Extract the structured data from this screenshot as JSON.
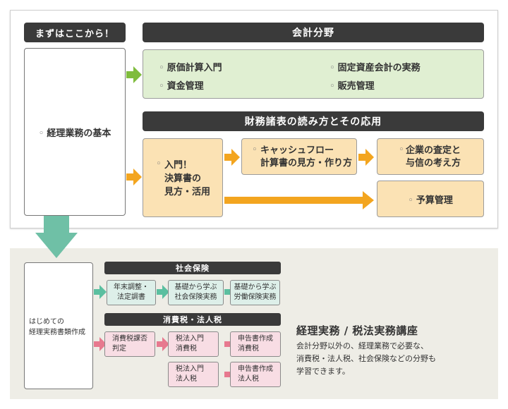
{
  "start": {
    "header": "まずはここから！",
    "basics": "経理業務の基本"
  },
  "accounting": {
    "header": "会計分野",
    "items": [
      "原価計算入門",
      "固定資産会計の実務",
      "資金管理",
      "販売管理"
    ]
  },
  "financial": {
    "header": "財務諸表の読み方とその応用",
    "intro": "入門！\n決算書の\n見方・活用",
    "cashflow": "キャッシュフロー\n計算書の見方・作り方",
    "credit": "企業の査定と\n与信の考え方",
    "budget": "予算管理"
  },
  "bullet": "◦",
  "practice": {
    "first": "はじめての\n経理実務書類作成",
    "social": {
      "header": "社会保険",
      "items": [
        "年末調整・\n法定調書",
        "基礎から学ぶ\n社会保険実務",
        "基礎から学ぶ\n労働保険実務"
      ]
    },
    "tax": {
      "header": "消費税・法人税",
      "row1": [
        "消費税課否\n判定",
        "税法入門\n消費税",
        "申告書作成\n消費税"
      ],
      "row2": [
        "税法入門\n法人税",
        "申告書作成\n法人税"
      ]
    },
    "course": {
      "title": "経理実務 / 税法実務講座",
      "description": "会計分野以外の、経理業務で必要な、\n消費税・法人税、社会保険などの分野も\n学習できます。"
    }
  },
  "colors": {
    "header_dark": "#3a3a3a",
    "green_fill": "#e0efd2",
    "orange_fill": "#fbe2b4",
    "teal_fill": "#ddefe9",
    "pink_fill": "#f8dde4",
    "panel_beige": "#eeede6"
  }
}
